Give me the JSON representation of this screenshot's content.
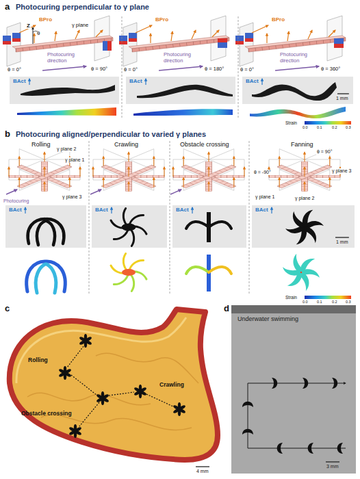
{
  "diagram": {
    "labels": [
      "a",
      "Photocuring perpendicular to γ plane",
      "BPro",
      "Z",
      "θ",
      "γ plane",
      "θ = 0°",
      "θ = 90°",
      "Photocuring direction",
      "BPro",
      "θ = 0°",
      "θ = 180°",
      "Photocuring direction",
      "BPro",
      "θ = 0°",
      "θ = 360°",
      "Photocuring direction",
      "BAct",
      "BAct",
      "BAct",
      "1 mm",
      "Strain",
      "0.0",
      "0.1",
      "0.2",
      "0.3",
      "b",
      "Photocuring aligned/perpendicular to varied γ planes",
      "Rolling",
      "Crawling",
      "Obstacle crossing",
      "Fanning",
      "γ plane 2",
      "γ plane 1",
      "γ plane 3",
      "Photocuring",
      "θ = 90°",
      "θ = -90°",
      "γ plane 3",
      "γ plane 1",
      "γ plane 2",
      "BAct",
      "BAct",
      "BAct",
      "BAct",
      "1 mm",
      "Strain",
      "0.0",
      "0.1",
      "0.2",
      "0.3",
      "c",
      "Rolling",
      "Crawling",
      "Obstacle crossing",
      "4 mm",
      "d",
      "Underwater swimming",
      "3 mm"
    ]
  }
}
